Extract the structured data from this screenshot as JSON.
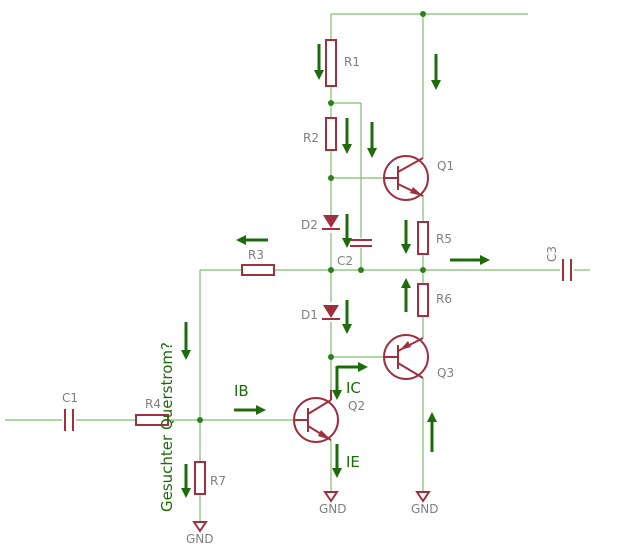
{
  "labels": {
    "r1": "R1",
    "r2": "R2",
    "r3": "R3",
    "r4": "R4",
    "r5": "R5",
    "r6": "R6",
    "r7": "R7",
    "q1": "Q1",
    "q2": "Q2",
    "q3": "Q3",
    "d1": "D1",
    "d2": "D2",
    "c1": "C1",
    "c2": "C2",
    "c3": "C3",
    "gnd1": "GND",
    "gnd2": "GND",
    "gnd3": "GND"
  },
  "current_labels": {
    "ib": "IB",
    "ic": "IC",
    "ie": "IE",
    "querstrom": "Gesuchter Querstrom?"
  },
  "colors": {
    "wire": "#7fbf6f",
    "component": "#a03040",
    "arrow": "#1e6b0b",
    "label": "#7f7f7f"
  }
}
